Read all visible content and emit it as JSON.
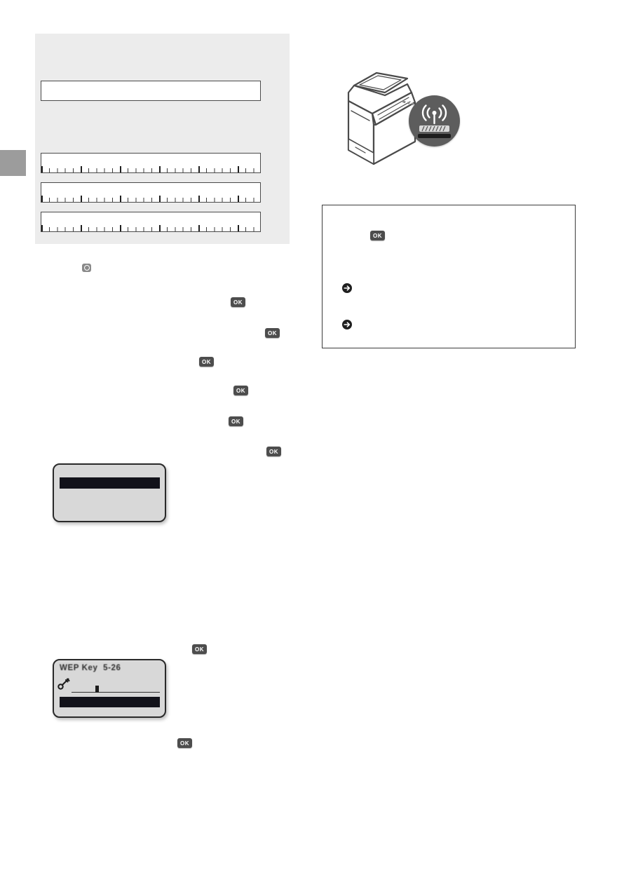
{
  "page": {
    "kind": "printer-manual-wireless-setup-page"
  },
  "ok_key": {
    "label": "OK"
  },
  "lcd_screen_menu": {
    "highlighted_row": ""
  },
  "lcd_screen_wep": {
    "title": "WEP Key  5-26"
  },
  "colors": {
    "panel_bg": "#ececec",
    "edge_tab": "#9c9c9c",
    "entry_box_border": "#4a4a4a",
    "ok_key_bg": "#4d4d4d",
    "wifi_badge": "#5d5d5d",
    "note_box_border": "#3c3c3c",
    "lcd_bg": "#d8d8d8",
    "lcd_highlight": "#12121a"
  }
}
